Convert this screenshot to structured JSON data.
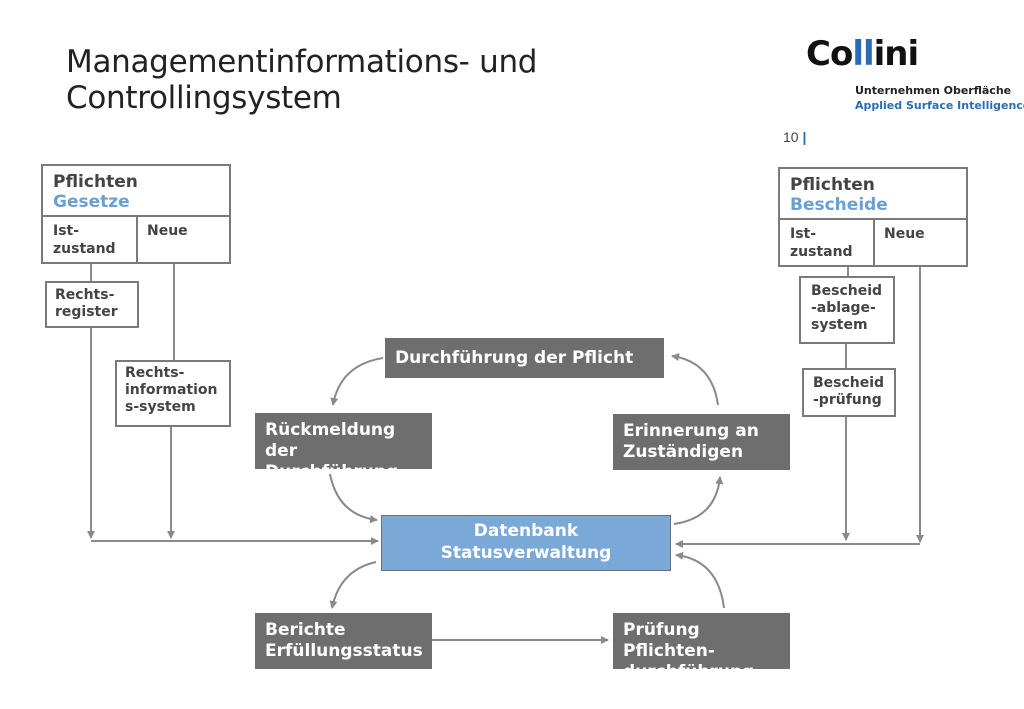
{
  "header": {
    "title_line1": "Managementinformations- und",
    "title_line2": "Controllingsystem",
    "page_number": "10",
    "page_bar": "|"
  },
  "logo": {
    "word_part1": "Co",
    "word_accent": "ll",
    "word_part2": "ini",
    "tagline1": "Unternehmen Oberfläche",
    "tagline2": "Applied Surface Intelligence"
  },
  "left_panel": {
    "title": "Pflichten",
    "subtitle": "Gesetze",
    "col1": "Ist-\nzustand",
    "col2": "Neue",
    "box1": "Rechts-\nregister",
    "box2": "Rechts-\ninformation\ns-system"
  },
  "right_panel": {
    "title": "Pflichten",
    "subtitle": "Bescheide",
    "col1": "Ist-\nzustand",
    "col2": "Neue",
    "box1": "Bescheid\n-ablage-\nsystem",
    "box2": "Bescheid\n-prüfung"
  },
  "process": {
    "top": "Durchführung der Pflicht",
    "left_mid": "Rückmeldung\nder\nDurchführung",
    "right_mid": "Erinnerung an\nZuständigen",
    "center": "Datenbank\nStatusverwaltung",
    "bottom_left": "Berichte\nErfüllungsstatus",
    "bottom_right": "Prüfung\nPflichten-\ndurchführung"
  },
  "colors": {
    "accent_blue": "#2a6cb4",
    "light_blue": "#7aa9d8",
    "dark_gray": "#6e6e6e"
  }
}
